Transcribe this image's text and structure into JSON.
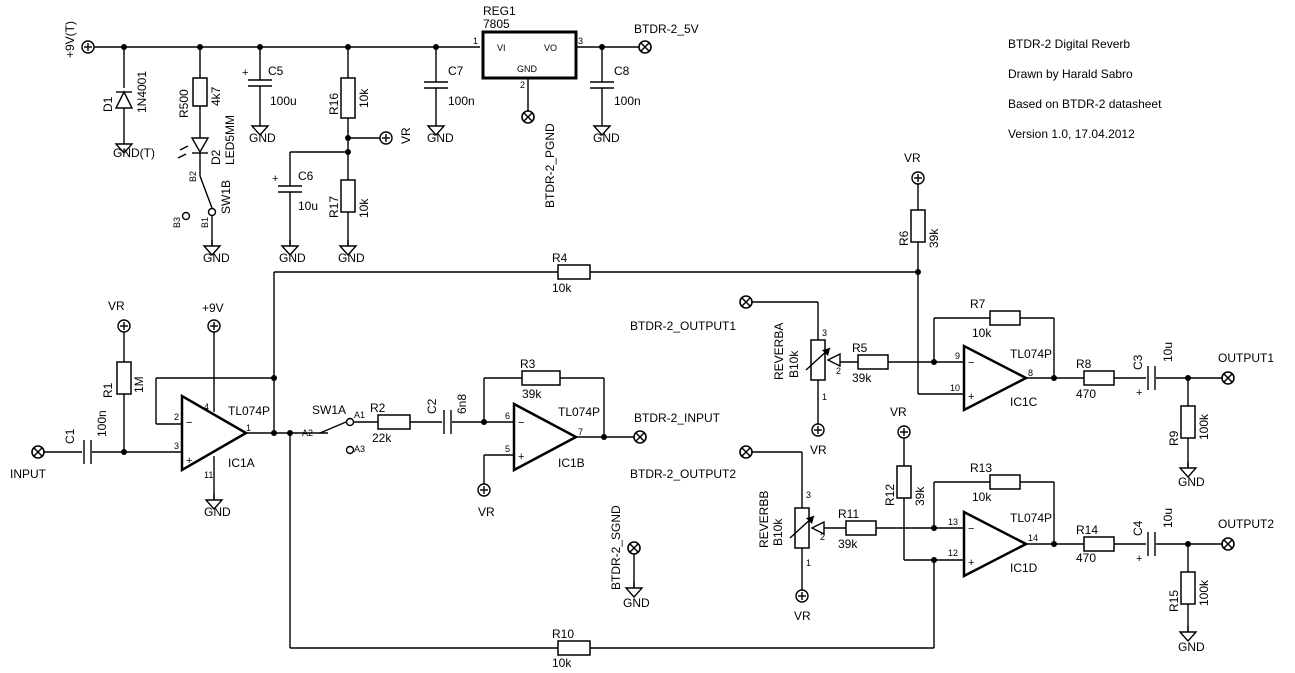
{
  "title_block": {
    "title": "BTDR-2 Digital Reverb",
    "drawn_by": "Drawn by Harald Sabro",
    "based_on": "Based on BTDR-2 datasheet",
    "version": "Version 1.0, 17.04.2012"
  },
  "supply": {
    "vin": "+9V(T)",
    "d1": {
      "name": "D1",
      "value": "1N4001",
      "gnd": "GND(T)"
    },
    "r500": {
      "name": "R500",
      "value": "4k7"
    },
    "d2": {
      "name": "D2",
      "value": "LED5MM"
    },
    "sw1b": {
      "name": "SW1B",
      "pin_b1": "B1",
      "pin_b2": "B2",
      "pin_b3": "B3"
    },
    "c5": {
      "name": "C5",
      "value": "100u"
    },
    "r16": {
      "name": "R16",
      "value": "10k"
    },
    "r17": {
      "name": "R17",
      "value": "10k"
    },
    "c6": {
      "name": "C6",
      "value": "10u"
    },
    "c7": {
      "name": "C7",
      "value": "100n"
    },
    "reg1": {
      "name": "REG1",
      "value": "7805",
      "pin_vi": "VI",
      "pin_vo": "VO",
      "pin_gnd": "GND",
      "pin1": "1",
      "pin2": "2",
      "pin3": "3"
    },
    "c8": {
      "name": "C8",
      "value": "100n"
    },
    "out5v": "BTDR-2_5V",
    "pgnd": "BTDR-2_PGND",
    "vr": "VR",
    "gnd": "GND"
  },
  "input_stage": {
    "input": "INPUT",
    "c1": {
      "name": "C1",
      "value": "100n"
    },
    "r1": {
      "name": "R1",
      "value": "1M"
    },
    "vr": "VR",
    "v9": "+9V",
    "ic1a": {
      "name": "IC1A",
      "type": "TL074P",
      "pin_inv": "2",
      "pin_noninv": "3",
      "pin_out": "1",
      "pin_vcc": "4",
      "pin_gnd": "11"
    },
    "gnd": "GND",
    "sw1a": {
      "name": "SW1A",
      "pin_a1": "A1",
      "pin_a2": "A2",
      "pin_a3": "A3"
    },
    "r2": {
      "name": "R2",
      "value": "22k"
    },
    "c2": {
      "name": "C2",
      "value": "6n8"
    },
    "r3": {
      "name": "R3",
      "value": "39k"
    },
    "ic1b": {
      "name": "IC1B",
      "type": "TL074P",
      "pin_inv": "6",
      "pin_noninv": "5",
      "pin_out": "7"
    },
    "vr_b": "VR",
    "btdr_input": "BTDR-2_INPUT",
    "sgnd": "BTDR-2_SGND",
    "gnd_b": "GND",
    "r4": {
      "name": "R4",
      "value": "10k"
    },
    "r10": {
      "name": "R10",
      "value": "10k"
    }
  },
  "output1": {
    "btdr_out": "BTDR-2_OUTPUT1",
    "pot": {
      "name": "REVERBA",
      "value": "B10k",
      "pin1": "1",
      "pin2": "2",
      "pin3": "3"
    },
    "vr_pot": "VR",
    "r5": {
      "name": "R5",
      "value": "39k"
    },
    "vr_top": "VR",
    "r6": {
      "name": "R6",
      "value": "39k"
    },
    "r7": {
      "name": "R7",
      "value": "10k"
    },
    "ic": {
      "name": "IC1C",
      "type": "TL074P",
      "pin_inv": "9",
      "pin_noninv": "10",
      "pin_out": "8"
    },
    "r8": {
      "name": "R8",
      "value": "470"
    },
    "c3": {
      "name": "C3",
      "value": "10u"
    },
    "r9": {
      "name": "R9",
      "value": "100k"
    },
    "gnd": "GND",
    "output": "OUTPUT1"
  },
  "output2": {
    "btdr_out": "BTDR-2_OUTPUT2",
    "pot": {
      "name": "REVERBB",
      "value": "B10k",
      "pin1": "1",
      "pin2": "2",
      "pin3": "3"
    },
    "vr_pot": "VR",
    "r11": {
      "name": "R11",
      "value": "39k"
    },
    "vr_top": "VR",
    "r12": {
      "name": "R12",
      "value": "39k"
    },
    "r13": {
      "name": "R13",
      "value": "10k"
    },
    "ic": {
      "name": "IC1D",
      "type": "TL074P",
      "pin_inv": "13",
      "pin_noninv": "12",
      "pin_out": "14"
    },
    "r14": {
      "name": "R14",
      "value": "470"
    },
    "c4": {
      "name": "C4",
      "value": "10u"
    },
    "r15": {
      "name": "R15",
      "value": "100k"
    },
    "gnd": "GND",
    "output": "OUTPUT2"
  }
}
